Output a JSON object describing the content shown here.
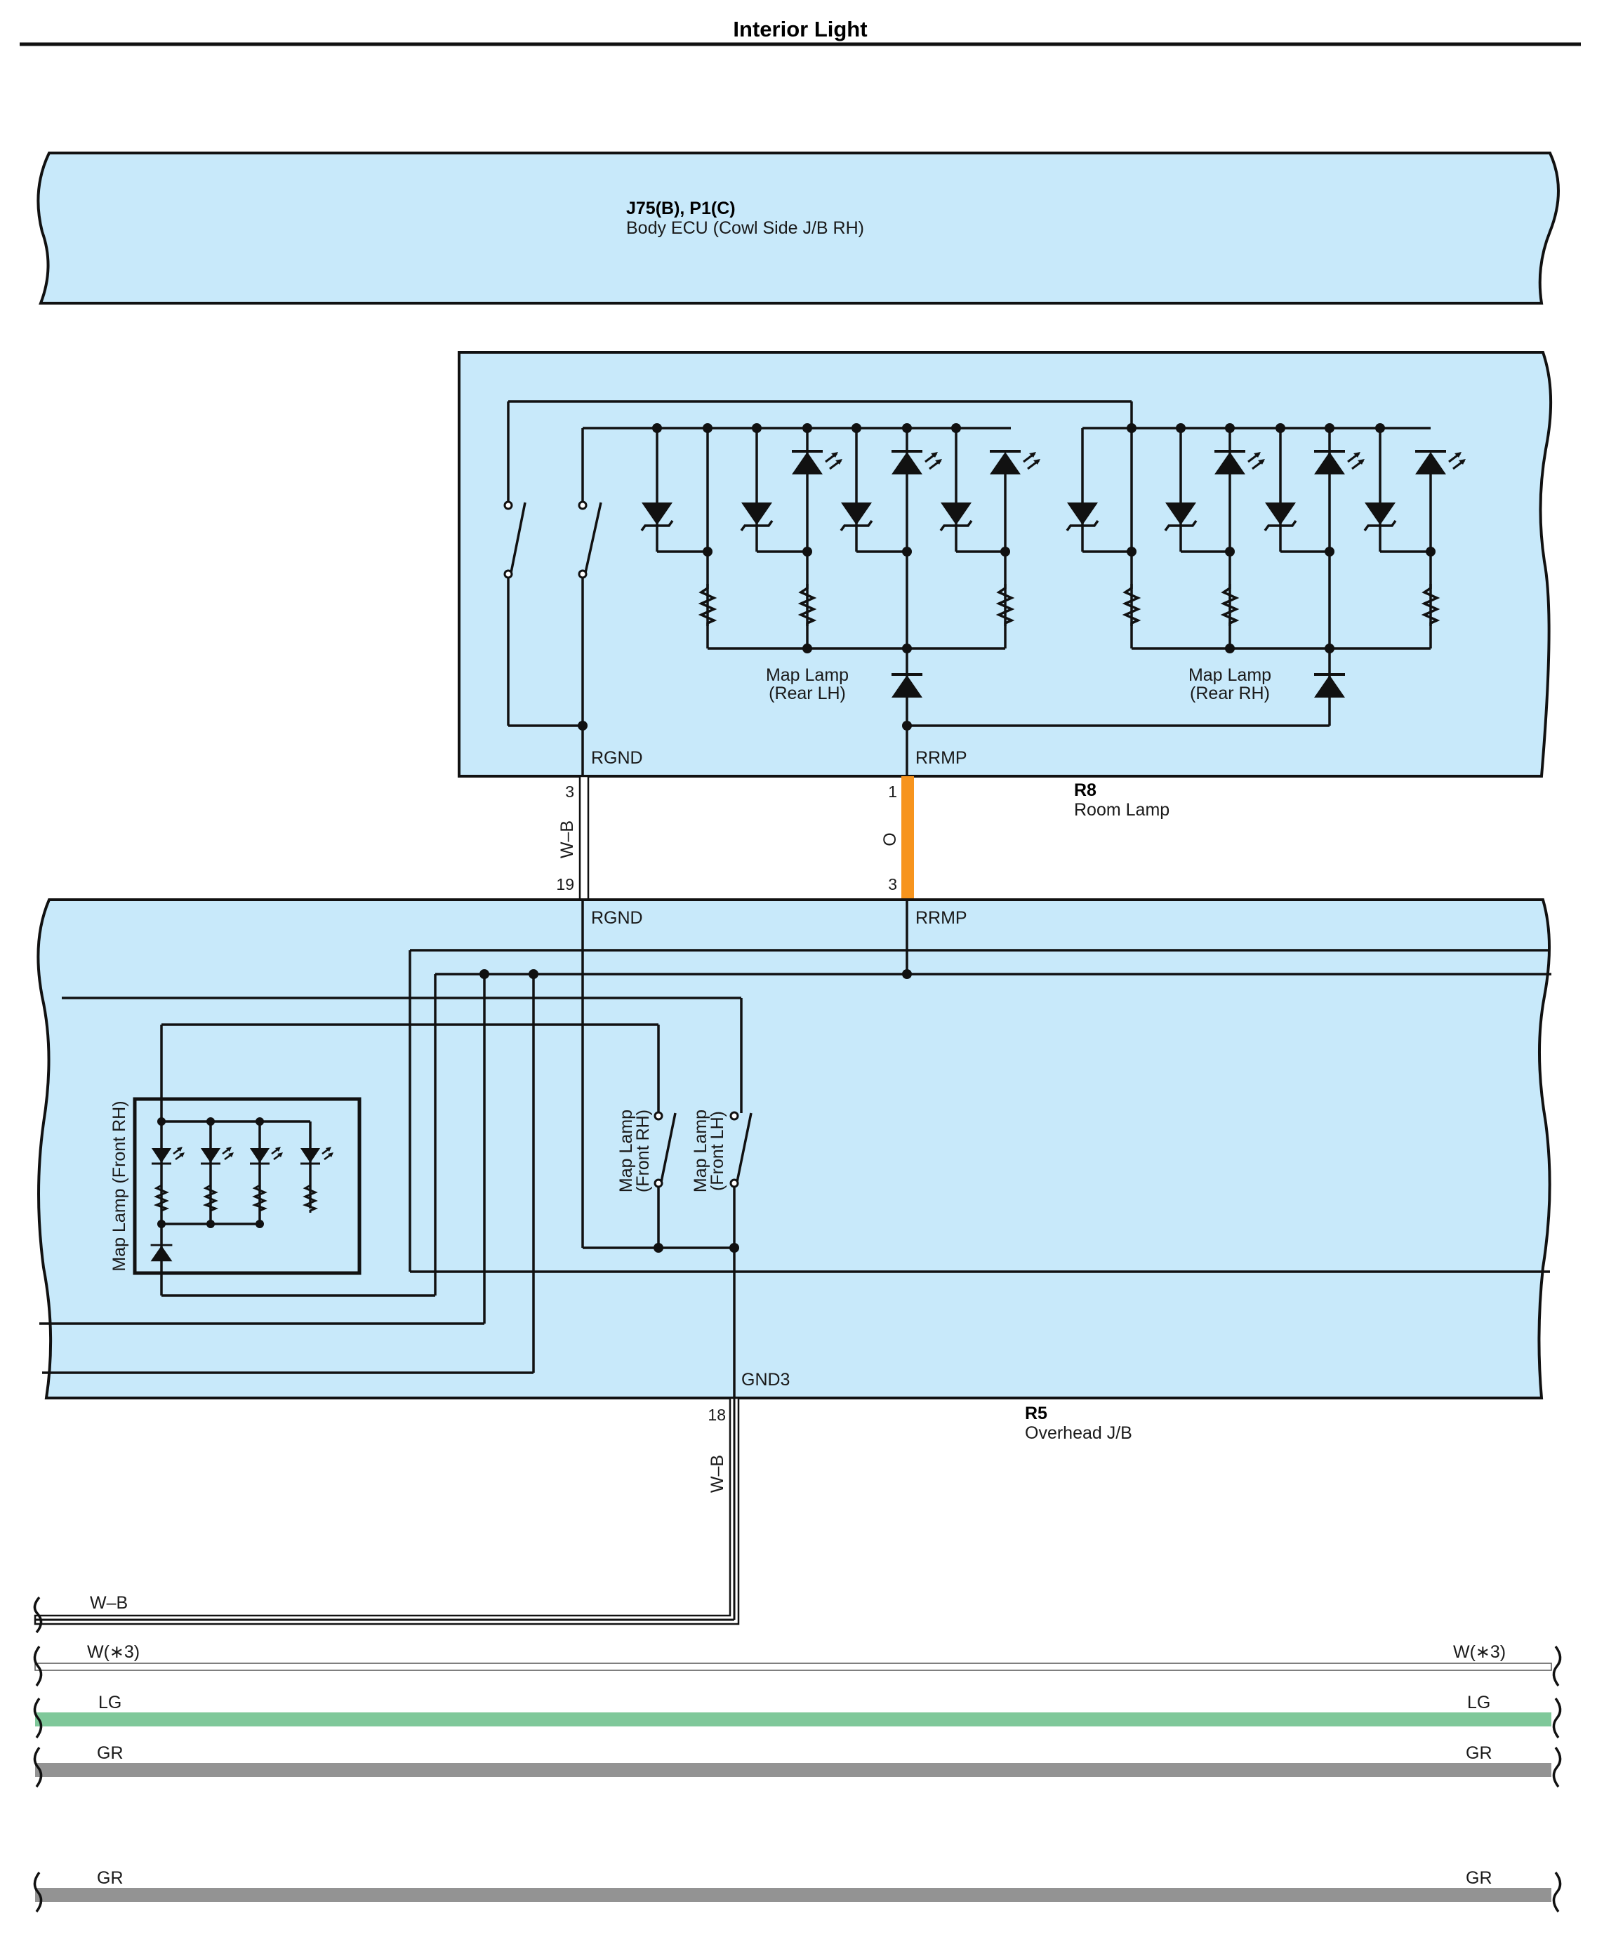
{
  "page": {
    "title": "Interior Light"
  },
  "components": {
    "body_ecu": {
      "connector": "J75(B), P1(C)",
      "name": "Body ECU (Cowl Side J/B RH)"
    },
    "room_lamp": {
      "code": "R8",
      "name": "Room Lamp",
      "terminal_left": "RGND",
      "terminal_right": "RRMP"
    },
    "overhead_jb": {
      "code": "R5",
      "name": "Overhead J/B",
      "terminal_left": "RGND",
      "terminal_right": "RRMP",
      "terminal_gnd": "GND3"
    },
    "map_lamp_rear_lh": {
      "line1": "Map Lamp",
      "line2": "(Rear LH)"
    },
    "map_lamp_rear_rh": {
      "line1": "Map Lamp",
      "line2": "(Rear RH)"
    },
    "map_lamp_front_rh_sw": {
      "line1": "Map Lamp",
      "line2": "(Front RH)"
    },
    "map_lamp_front_lh_sw": {
      "line1": "Map Lamp",
      "line2": "(Front LH)"
    },
    "map_lamp_front_rh_lamp": {
      "label": "Map Lamp (Front RH)"
    }
  },
  "wires": {
    "rgnd": {
      "color_code": "W–B",
      "pin_top": "3",
      "pin_bottom": "19",
      "color": "#ffffff"
    },
    "rrmp": {
      "color_code": "O",
      "pin_top": "1",
      "pin_bottom": "3",
      "color": "#f7941d"
    },
    "gnd3": {
      "color_code": "W–B",
      "pin_top": "18"
    }
  },
  "buses": [
    {
      "left_label": "W–B",
      "right_label": "",
      "color": "#ffffff"
    },
    {
      "left_label": "W(∗3)",
      "right_label": "W(∗3)",
      "color": "#ffffff"
    },
    {
      "left_label": "LG",
      "right_label": "LG",
      "color": "#7fc89a"
    },
    {
      "left_label": "GR",
      "right_label": "GR",
      "color": "#939393"
    },
    {
      "left_label": "GR",
      "right_label": "GR",
      "color": "#939393"
    }
  ],
  "colors": {
    "box_fill": "#c8e9fa",
    "line": "#111111"
  }
}
